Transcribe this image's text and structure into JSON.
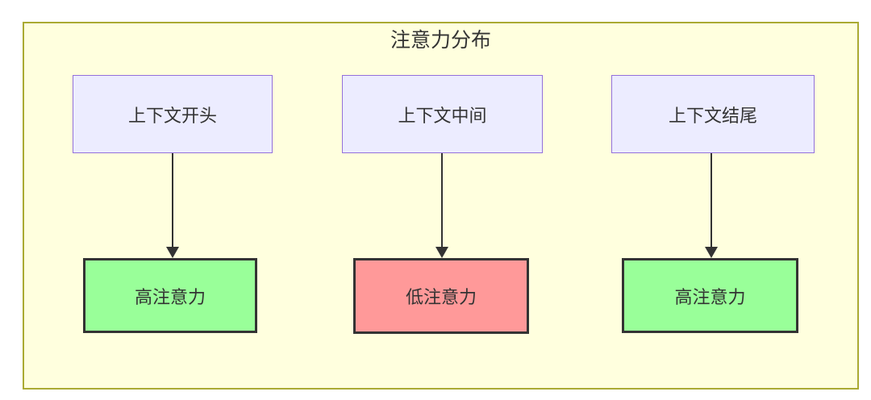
{
  "diagram": {
    "type": "flowchart",
    "title": "注意力分布",
    "nodes": {
      "top": [
        {
          "id": "context-start",
          "label": "上下文开头"
        },
        {
          "id": "context-middle",
          "label": "上下文中间"
        },
        {
          "id": "context-end",
          "label": "上下文结尾"
        }
      ],
      "bottom": [
        {
          "id": "attention-start",
          "label": "高注意力",
          "level": "high"
        },
        {
          "id": "attention-middle",
          "label": "低注意力",
          "level": "low"
        },
        {
          "id": "attention-end",
          "label": "高注意力",
          "level": "high"
        }
      ]
    },
    "edges": [
      {
        "from": "上下文开头",
        "to": "高注意力"
      },
      {
        "from": "上下文中间",
        "to": "低注意力"
      },
      {
        "from": "上下文结尾",
        "to": "高注意力"
      }
    ],
    "colors": {
      "container_fill": "#FFFFDE",
      "container_border": "#AAAA33",
      "context_node_fill": "#ECECFF",
      "context_node_border": "#9370DB",
      "high_attention_fill": "#99FF99",
      "low_attention_fill": "#FF9999",
      "emphasis_border": "#333333",
      "text": "#333333",
      "arrow": "#333333"
    }
  }
}
